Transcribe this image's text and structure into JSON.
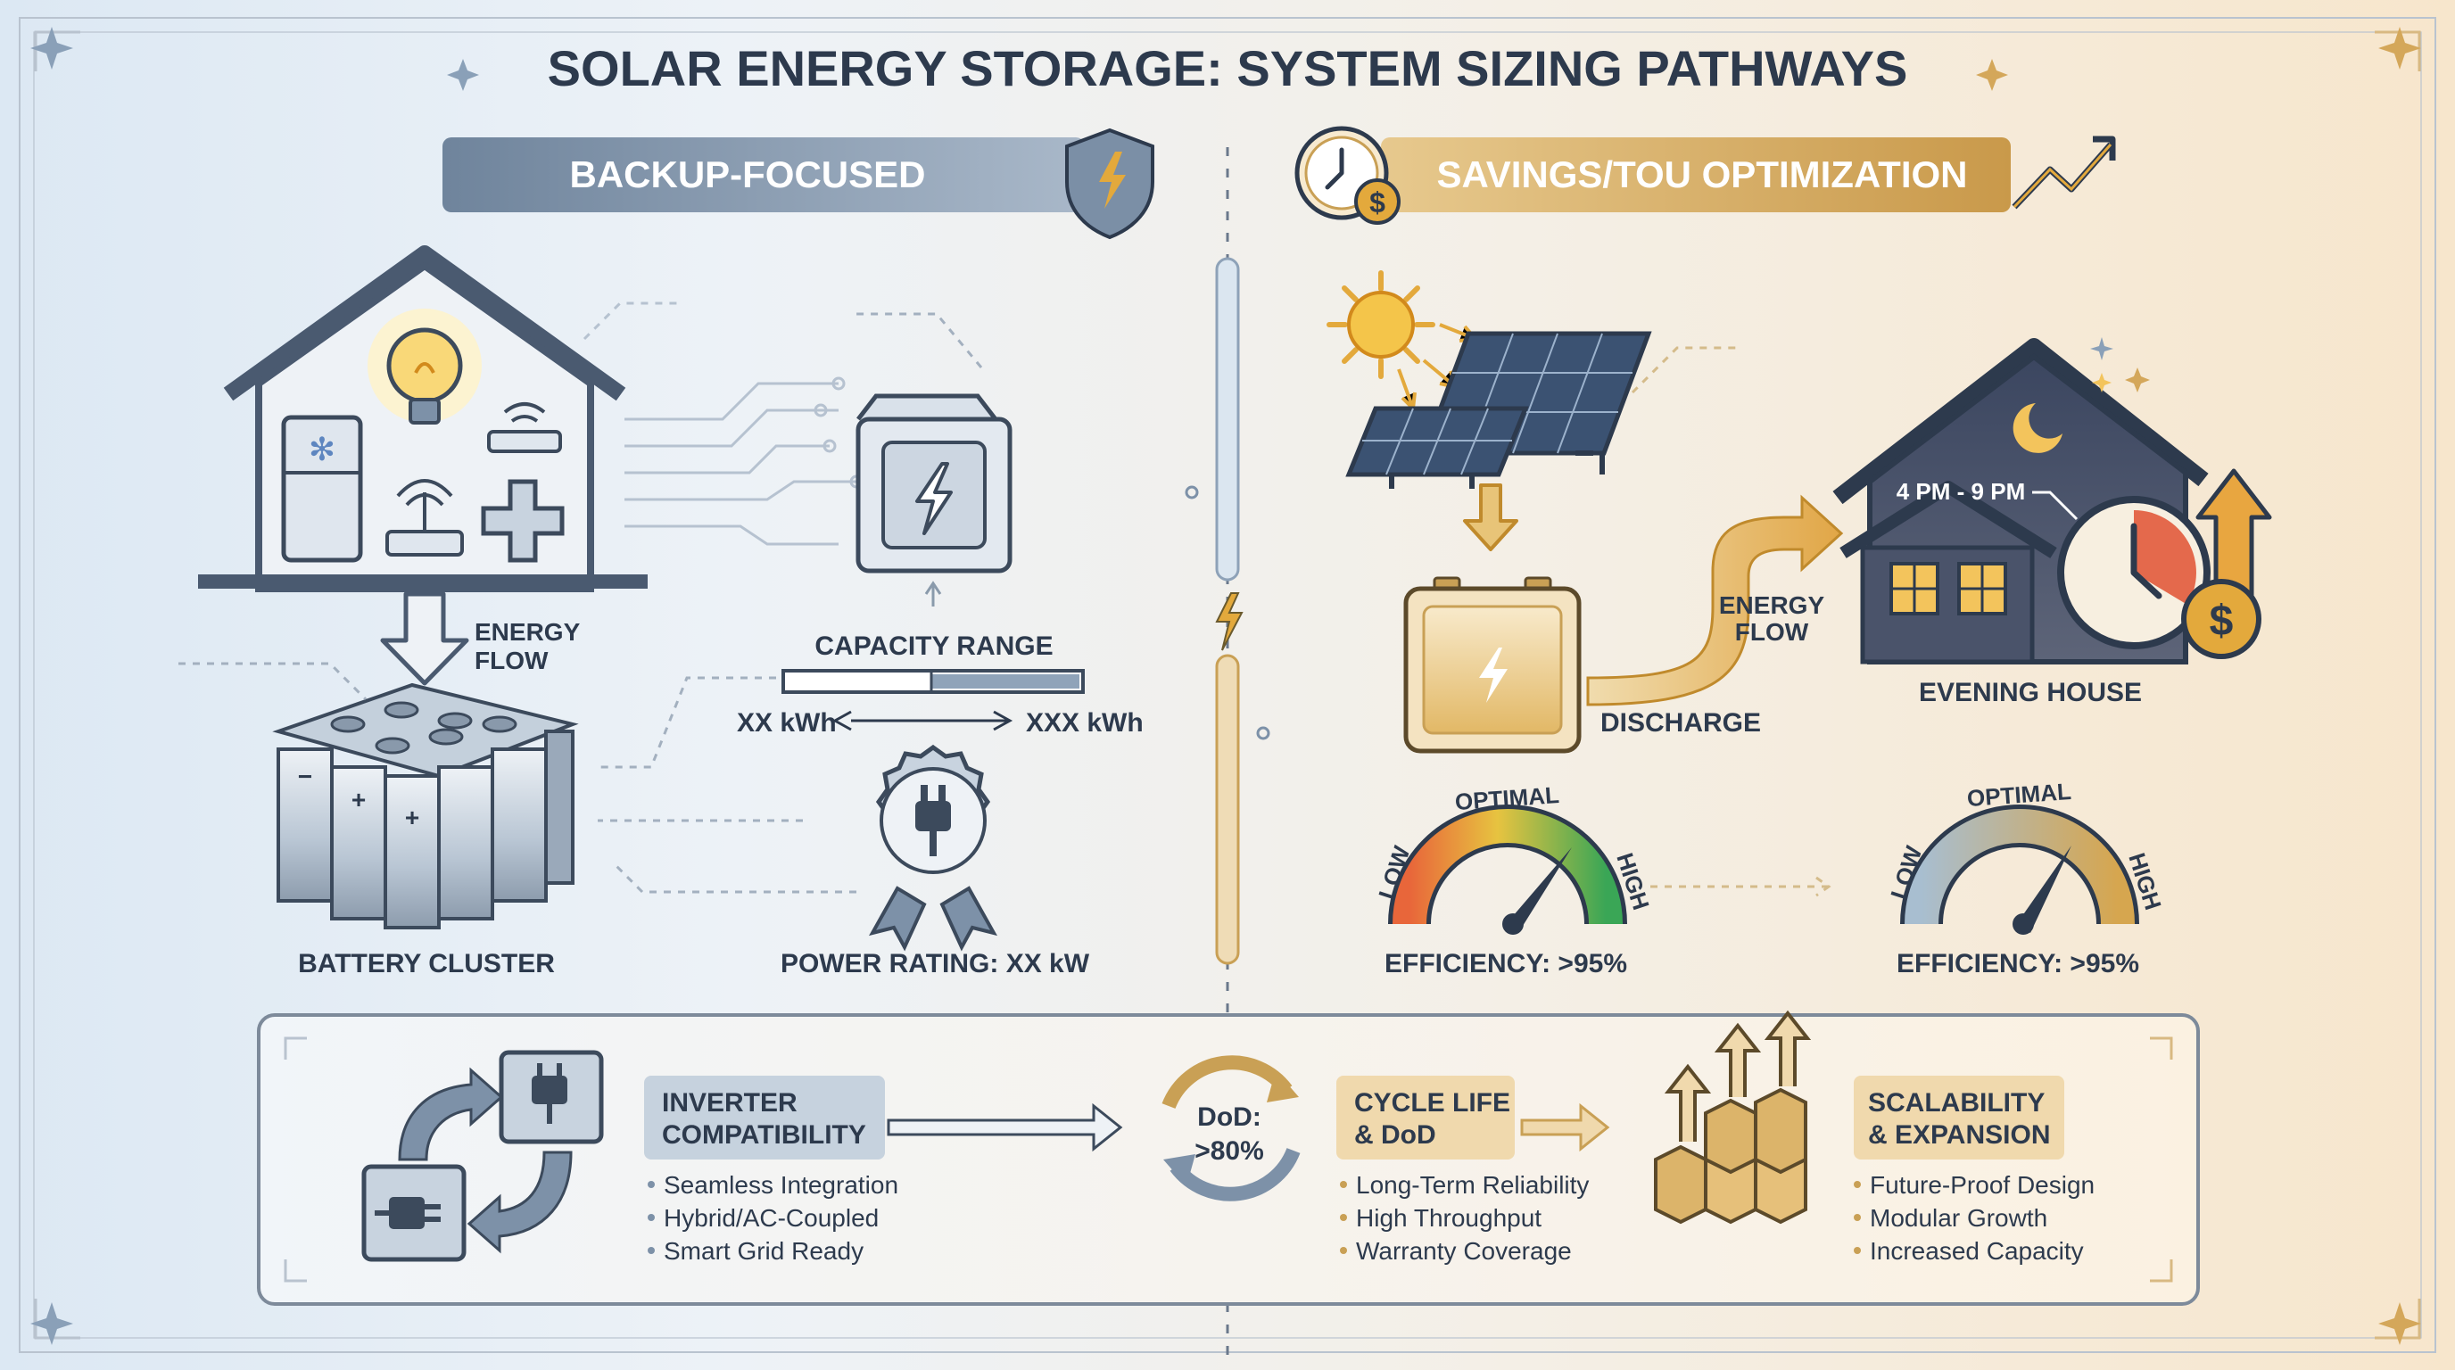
{
  "title": "SOLAR ENERGY STORAGE: SYSTEM SIZING PATHWAYS",
  "left": {
    "header": "BACKUP-FOCUSED",
    "energy_flow": [
      "ENERGY",
      "FLOW"
    ],
    "battery_cluster": "BATTERY CLUSTER",
    "capacity_range": "CAPACITY RANGE",
    "capacity_min": "XX kWh",
    "capacity_max": "XXX kWh",
    "power_rating": "POWER RATING: XX kW"
  },
  "right": {
    "header": "SAVINGS/TOU OPTIMIZATION",
    "time_window": "4 PM - 9 PM",
    "energy_flow": [
      "ENERGY",
      "FLOW"
    ],
    "discharge": "DISCHARGE",
    "evening_house": "EVENING HOUSE",
    "gauge_labels": {
      "low": "LOW",
      "optimal": "OPTIMAL",
      "high": "HIGH"
    },
    "efficiency_1": "EFFICIENCY: >95%",
    "efficiency_2": "EFFICIENCY: >95%"
  },
  "bottom": {
    "inverter": {
      "title": [
        "INVERTER",
        "COMPATIBILITY"
      ],
      "items": [
        "Seamless Integration",
        "Hybrid/AC-Coupled",
        "Smart Grid Ready"
      ]
    },
    "dod": [
      "DoD:",
      ">80%"
    ],
    "cycle": {
      "title": [
        "CYCLE LIFE",
        "& DoD"
      ],
      "items": [
        "Long-Term Reliability",
        "High Throughput",
        "Warranty Coverage"
      ]
    },
    "scalability": {
      "title": [
        "SCALABILITY",
        "& EXPANSION"
      ],
      "items": [
        "Future-Proof Design",
        "Modular Growth",
        "Increased Capacity"
      ]
    }
  },
  "colors": {
    "navy": "#2d3a4d",
    "steel": "#7d91a8",
    "gold": "#c9a055",
    "orange": "#e3a93c",
    "gauge_green": "#3aa656"
  },
  "icons": [
    "star-icon",
    "shield-bolt-icon",
    "clock-dollar-icon",
    "trend-arrow-icon",
    "house-icon",
    "lightbulb-icon",
    "fridge-icon",
    "wifi-router-icon",
    "medical-cross-icon",
    "battery-module-icon",
    "plug-badge-icon",
    "sun-icon",
    "solar-panel-icon",
    "battery-icon",
    "moon-icon",
    "gauge-icon",
    "inverter-icon",
    "cycle-icon",
    "stacked-boxes-icon"
  ]
}
